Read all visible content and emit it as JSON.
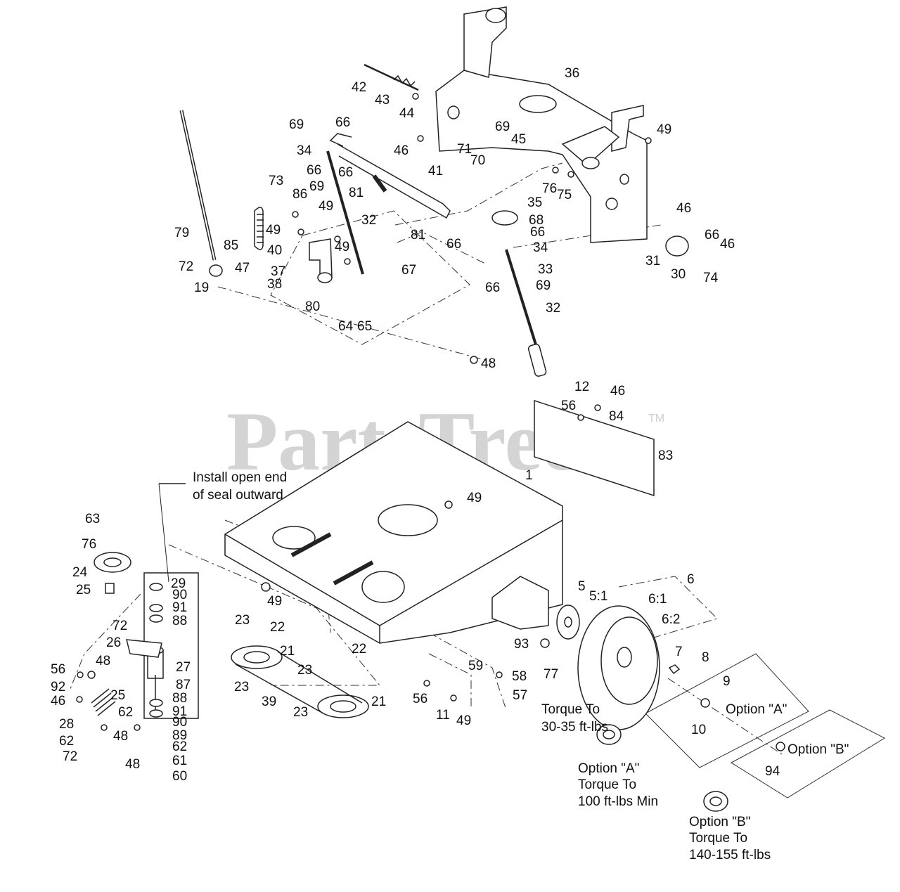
{
  "watermark": {
    "text": "PartsTree",
    "mark": "TM"
  },
  "notes": {
    "seal_line1": "Install open end",
    "seal_line2": "of seal outward",
    "torque_77_line1": "Torque To",
    "torque_77_line2": "30-35 ft-lbs",
    "option_a_label_9": "Option \"A\"",
    "option_b_label_94": "Option \"B\"",
    "option_a_line1": "Option \"A\"",
    "option_a_line2": "Torque To",
    "option_a_line3": "100 ft-lbs Min",
    "option_b_line1": "Option \"B\"",
    "option_b_line2": "Torque To",
    "option_b_line3": "140-155 ft-lbs"
  },
  "callouts": {
    "c36": "36",
    "c42": "42",
    "c43": "43",
    "c44": "44",
    "c49a": "49",
    "c69a": "69",
    "c66a": "66",
    "c34a": "34",
    "c46a": "46",
    "c71": "71",
    "c69b": "69",
    "c70": "70",
    "c45": "45",
    "c66b": "66",
    "c66c": "66",
    "c69c": "69",
    "c81a": "81",
    "c41": "41",
    "c76a": "76",
    "c75": "75",
    "c46b": "46",
    "c73": "73",
    "c86": "86",
    "c49b": "49",
    "c35": "35",
    "c79": "79",
    "c49c": "49",
    "c32a": "32",
    "c81b": "81",
    "c66d": "66",
    "c68": "68",
    "c66e": "66",
    "c66f": "66",
    "c46c": "46",
    "c40": "40",
    "c49d": "49",
    "c34b": "34",
    "c85": "85",
    "c31": "31",
    "c30": "30",
    "c74": "74",
    "c72a": "72",
    "c47": "47",
    "c37": "37",
    "c67": "67",
    "c33": "33",
    "c19": "19",
    "c38": "38",
    "c66g": "66",
    "c69d": "69",
    "c80": "80",
    "c32b": "32",
    "c64": "64",
    "c65": "65",
    "c48a": "48",
    "c12": "12",
    "c46d": "46",
    "c56a": "56",
    "c84": "84",
    "c83": "83",
    "c1": "1",
    "c49e": "49",
    "c63": "63",
    "c76b": "76",
    "c24": "24",
    "c29": "29",
    "c25a": "25",
    "c90a": "90",
    "c91a": "91",
    "c88a": "88",
    "c49f": "49",
    "c6": "6",
    "c5": "5",
    "c5_1": "5:1",
    "c6_1": "6:1",
    "c72b": "72",
    "c23a": "23",
    "c22a": "22",
    "c6_2": "6:2",
    "c26": "26",
    "c21a": "21",
    "c93": "93",
    "c7": "7",
    "c8": "8",
    "c22b": "22",
    "c56b": "56",
    "c48b": "48",
    "c27": "27",
    "c23b": "23",
    "c59": "59",
    "c77": "77",
    "c92": "92",
    "c87": "87",
    "c58": "58",
    "c9": "9",
    "c23c": "23",
    "c46e": "46",
    "c25b": "25",
    "c88b": "88",
    "c39": "39",
    "c57": "57",
    "c56c": "56",
    "c21b": "21",
    "c62a": "62",
    "c91b": "91",
    "c28": "28",
    "c10": "10",
    "c11": "11",
    "c49g": "49",
    "c23d": "23",
    "c90b": "90",
    "c48c": "48",
    "c89": "89",
    "c62b": "62",
    "c62c": "62",
    "c72c": "72",
    "c48d": "48",
    "c61": "61",
    "c60": "60",
    "c94": "94"
  }
}
